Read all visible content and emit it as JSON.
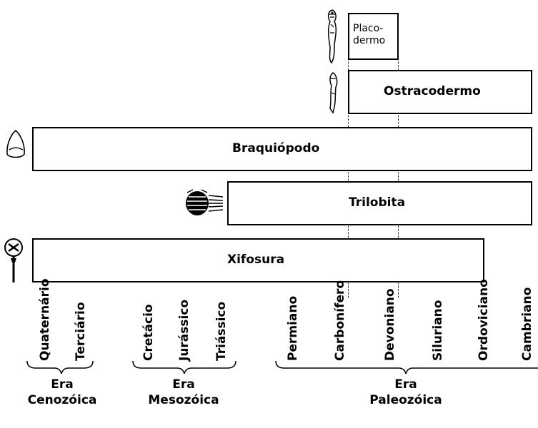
{
  "taxa": {
    "placoderm": "Placo-\ndermo",
    "ostracoderm": "Ostracodermo",
    "brachiopod": "Braquiópodo",
    "trilobite": "Trilobita",
    "xiphosura": "Xifosura"
  },
  "periods": [
    "Quaternário",
    "Terciário",
    "Cretácio",
    "Jurássico",
    "Triássico",
    "Permiano",
    "Carbonífero",
    "Devoniano",
    "Siluriano",
    "Ordoviciano",
    "Cambriano"
  ],
  "eras": {
    "cenozoic": "Era\nCenozóica",
    "mesozoic": "Era\nMesozóica",
    "paleozoic": "Era\nPaleozóica"
  }
}
